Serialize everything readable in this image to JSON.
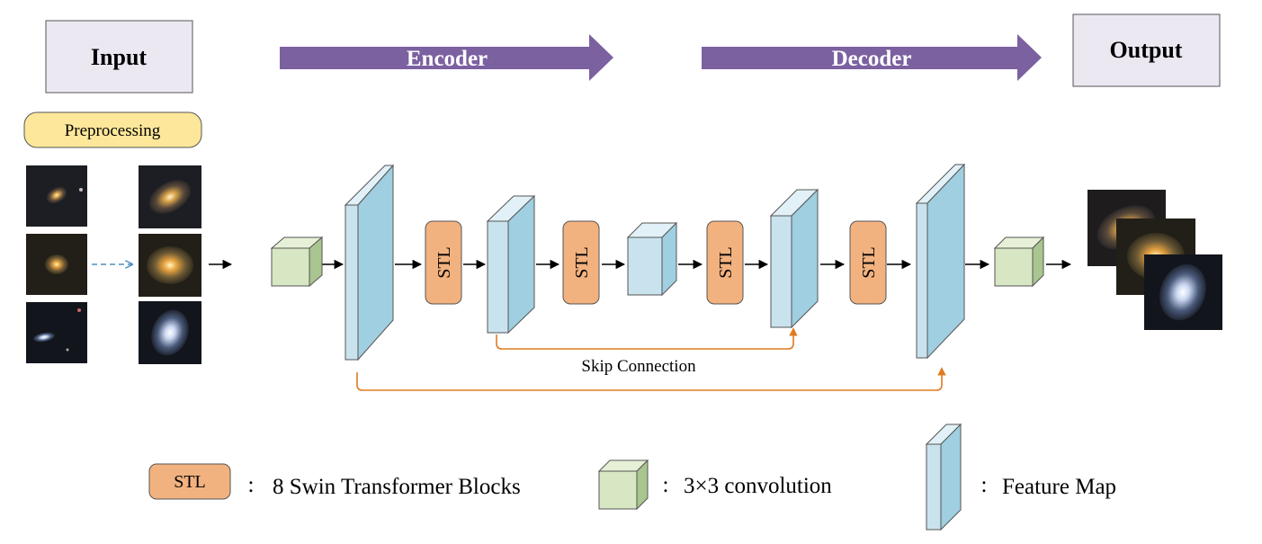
{
  "header": {
    "input_label": "Input",
    "output_label": "Output",
    "encoder_label": "Encoder",
    "decoder_label": "Decoder",
    "preprocessing_label": "Preprocessing"
  },
  "pipeline": {
    "stl_blocks": [
      "STL",
      "STL",
      "STL",
      "STL"
    ],
    "skip_connection_label": "Skip Connection"
  },
  "legend": {
    "stl_box_label": "STL",
    "separator": ":",
    "stl_desc": "8 Swin Transformer Blocks",
    "conv_desc": "3×3 convolution",
    "feature_desc": "Feature Map"
  },
  "colors": {
    "arrow_purple": "#7b61a0",
    "box_fill": "#ece8f2",
    "preprocessing_fill": "#fde79a",
    "stl_fill": "#f2b27f",
    "conv_fill": "#d8e7c3",
    "feature_fill": "#c9e3ee",
    "skip_orange": "#e07b22"
  }
}
